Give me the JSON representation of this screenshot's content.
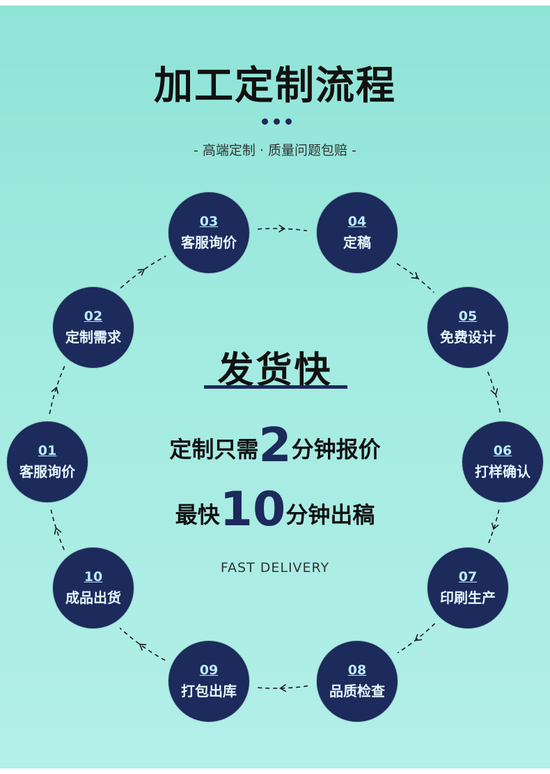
{
  "title": "加工定制流程",
  "subtitle": "- 高端定制 · 质量问题包赔 -",
  "steps": [
    {
      "num": "01",
      "label": "客服询价"
    },
    {
      "num": "02",
      "label": "定制需求"
    },
    {
      "num": "03",
      "label": "客服询价"
    },
    {
      "num": "04",
      "label": "定稿"
    },
    {
      "num": "05",
      "label": "免费设计"
    },
    {
      "num": "06",
      "label": "打样确认"
    },
    {
      "num": "07",
      "label": "印刷生产"
    },
    {
      "num": "08",
      "label": "品质检查"
    },
    {
      "num": "09",
      "label": "打包出库"
    },
    {
      "num": "10",
      "label": "成品出货"
    }
  ],
  "center": {
    "headline": "发货快",
    "line1": {
      "before": "定制只需",
      "num": "2",
      "after": "分钟报价"
    },
    "line2": {
      "before": "最快",
      "num": "10",
      "after": "分钟出稿"
    },
    "footer": "FAST DELIVERY"
  },
  "colors": {
    "node": "#1d2a5c",
    "background": "#a3ebe1",
    "accent": "#1d2a5c"
  }
}
